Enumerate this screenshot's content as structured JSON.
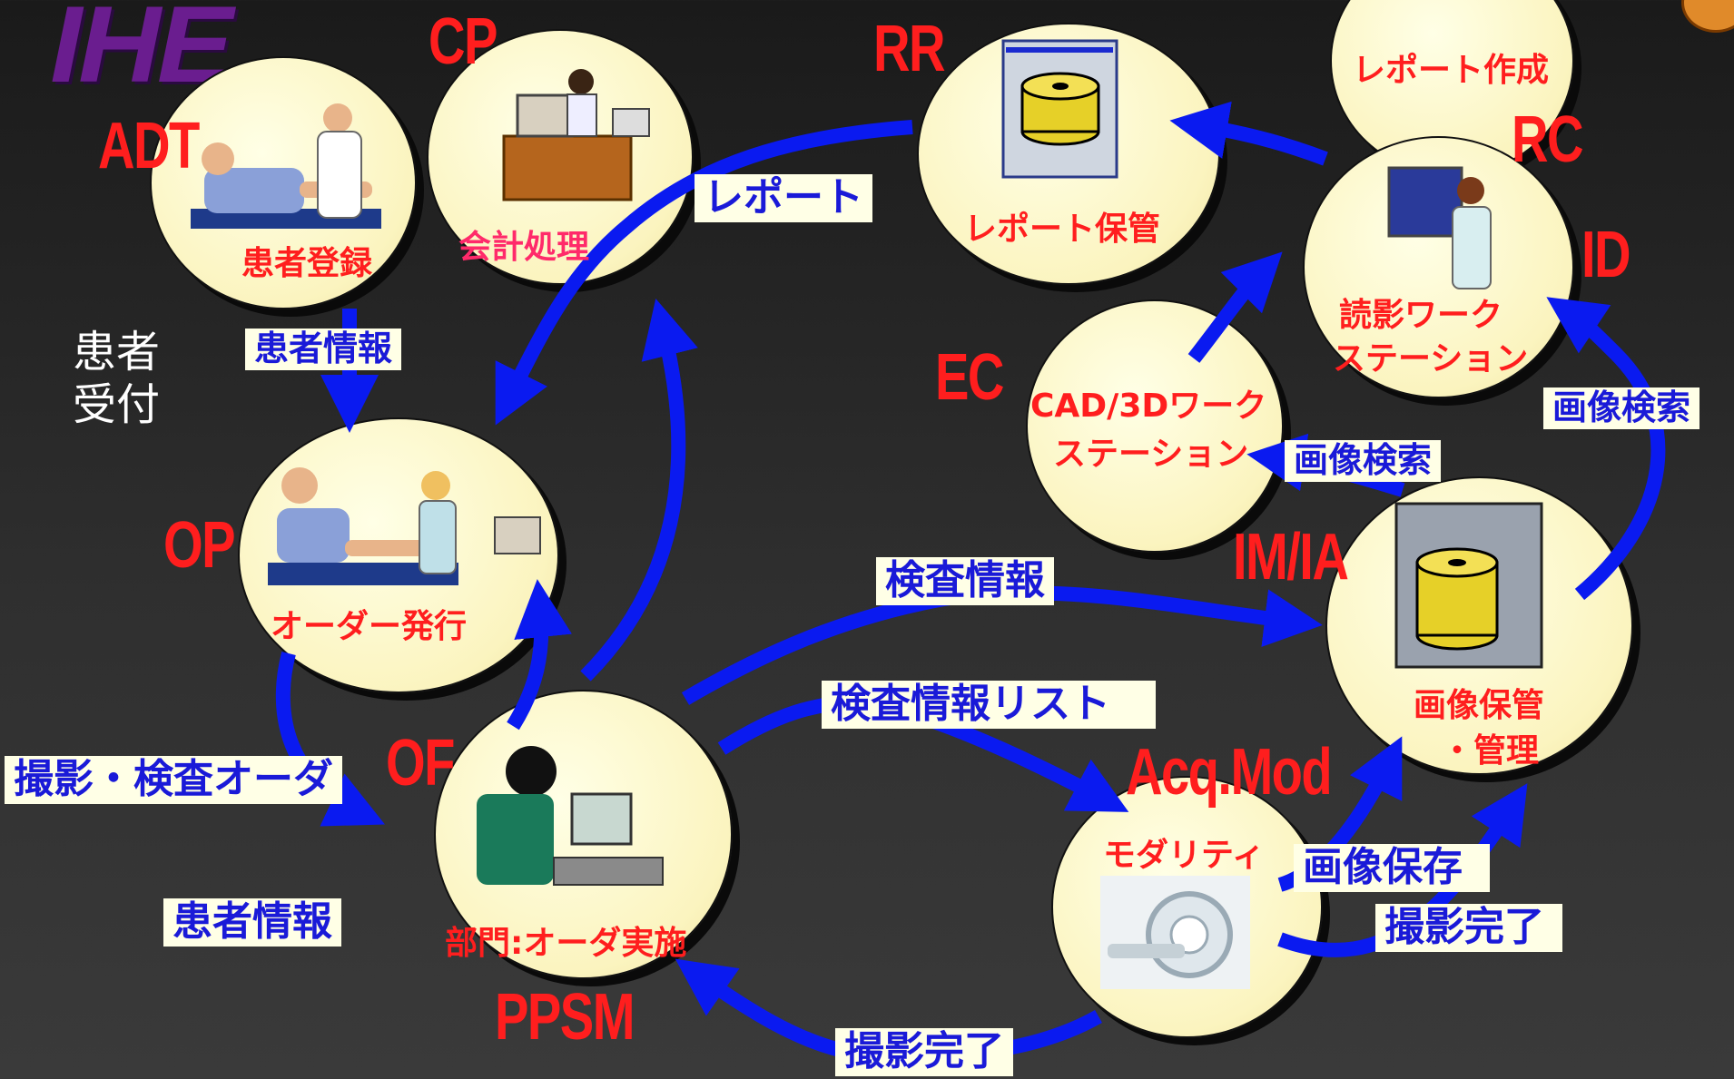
{
  "logo": {
    "text": "IHE"
  },
  "side_label": {
    "line1": "患者",
    "line2": "受付"
  },
  "actors": {
    "adt": "ADT",
    "cp": "CP",
    "rr": "RR",
    "rc": "RC",
    "id": "ID",
    "ec": "EC",
    "op": "OP",
    "of": "OF",
    "im_ia": "IM/IA",
    "acq_mod": "Acq.Mod",
    "ppsm": "PPSM"
  },
  "nodes": {
    "patient_registration": "患者登録",
    "accounting": "会計処理",
    "report_storage": "レポート保管",
    "report_creation": "レポート作成",
    "reading_ws_line1": "読影ワーク",
    "reading_ws_line2": "ステーション",
    "cad_ws_line1": "CAD/3Dワーク",
    "cad_ws_line2": "ステーション",
    "order_placer": "オーダー発行",
    "department": "部門:オーダ実施",
    "image_archive_line1": "画像保管",
    "image_archive_line2": "・管理",
    "modality": "モダリティ"
  },
  "flows": {
    "report": "レポート",
    "patient_info_top": "患者情報",
    "exam_info": "検査情報",
    "exam_info_list": "検査情報リスト",
    "image_query_mid": "画像検索",
    "image_query_right": "画像検索",
    "order": "撮影・検査オーダ",
    "patient_info_bottom": "患者情報",
    "image_store": "画像保存",
    "acq_complete_right": "撮影完了",
    "acq_complete_bottom": "撮影完了"
  },
  "colors": {
    "arrow": "#0a1af0",
    "actor": "#ff1e1e",
    "node_fill": "#fbf4bf",
    "label_fill": "#ffffe6",
    "label_text": "#1a1ad8"
  }
}
